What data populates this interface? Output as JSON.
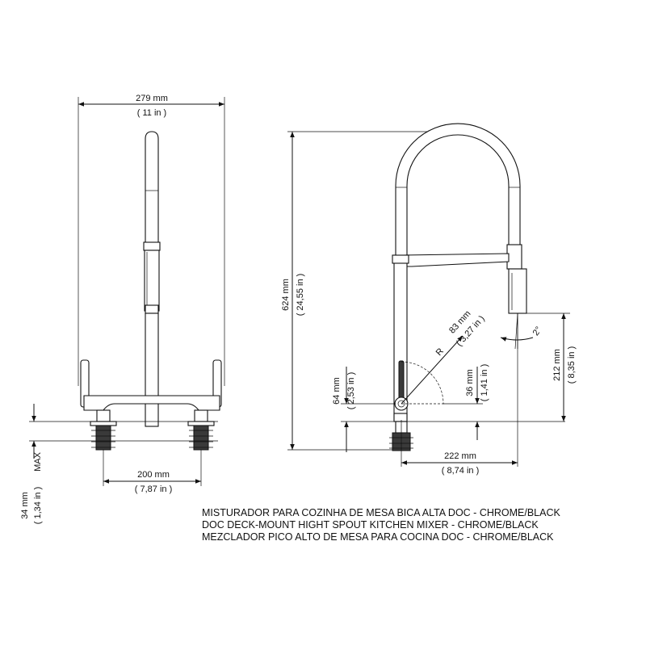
{
  "front_view": {
    "width_mm": "279 mm",
    "width_in": "( 11 in )",
    "spacing_mm": "200 mm",
    "spacing_in": "( 7,87 in )",
    "deck_mm": "34 mm",
    "deck_in": "( 1,34 in )",
    "deck_note": "MAX"
  },
  "side_view": {
    "height_mm": "624 mm",
    "height_in": "( 24,55 in )",
    "radius_prefix": "R",
    "radius_mm": "83 mm",
    "radius_in": "( 3,27 in )",
    "base_height_mm": "64 mm",
    "base_height_in": "( 2,53 in )",
    "handle_height_mm": "36 mm",
    "handle_height_in": "( 1,41 in )",
    "spout_height_mm": "212 mm",
    "spout_height_in": "( 8,35 in )",
    "angle": "2°",
    "reach_mm": "222 mm",
    "reach_in": "( 8,74 in )"
  },
  "caption": [
    "MISTURADOR PARA COZINHA DE MESA BICA ALTA DOC - CHROME/BLACK",
    "DOC DECK-MOUNT HIGHT SPOUT KITCHEN MIXER - CHROME/BLACK",
    "MEZCLADOR PICO ALTO DE MESA PARA COCINA DOC - CHROME/BLACK"
  ]
}
